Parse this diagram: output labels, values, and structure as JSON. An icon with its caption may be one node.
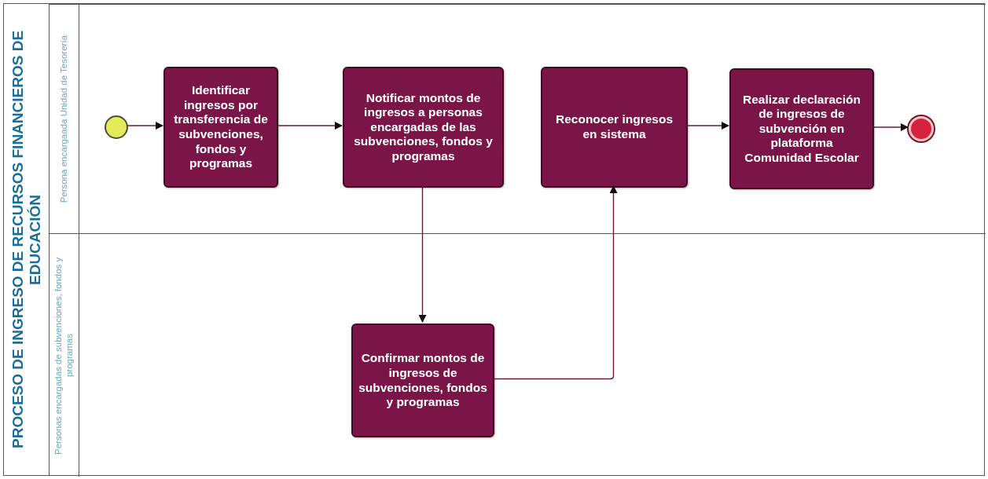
{
  "diagram": {
    "nodes": [
      {
        "text": [
          "PROCESO DE INGRESO DE RECURSOS FINANCIEROS DE EDUCACIÓN"
        ]
      },
      {
        "text": [
          "Persona encargaada Unidad de Tesorería"
        ],
        "in": 0
      },
      {
        "text": [
          "Personas encargadas de subvenciones, fondos y programas"
        ],
        "in": 0
      },
      {
        "text": [],
        "shape": "circle",
        "in": 1
      },
      {
        "text": [
          "Identificar ingresos por transferencia de subvenciones, fondos y programas"
        ],
        "in": 1
      },
      {
        "text": [
          "Notificar montos de ingresos a personas encargadas de las subvenciones, fondos y programas"
        ],
        "in": 1
      },
      {
        "text": [
          "Reconocer ingresos en sistema"
        ],
        "in": 1
      },
      {
        "text": [
          "Realizar declaración de ingresos de subvención en plataforma Comunidad Escolar"
        ],
        "in": 1
      },
      {
        "text": [],
        "shape": "circle",
        "in": 1
      },
      {
        "text": [
          "Confirmar montos de ingresos de subvenciones, fondos y programas"
        ],
        "in": 2
      }
    ],
    "edges": [
      {
        "from": 3,
        "to": 4,
        "arrow": "to"
      },
      {
        "from": 4,
        "to": 5,
        "arrow": "to"
      },
      {
        "from": 5,
        "to": 9,
        "arrow": "to"
      },
      {
        "from": 9,
        "to": 6,
        "arrow": "to"
      },
      {
        "from": 6,
        "to": 7,
        "arrow": "to"
      },
      {
        "from": 7,
        "to": 8,
        "arrow": "to"
      }
    ]
  }
}
